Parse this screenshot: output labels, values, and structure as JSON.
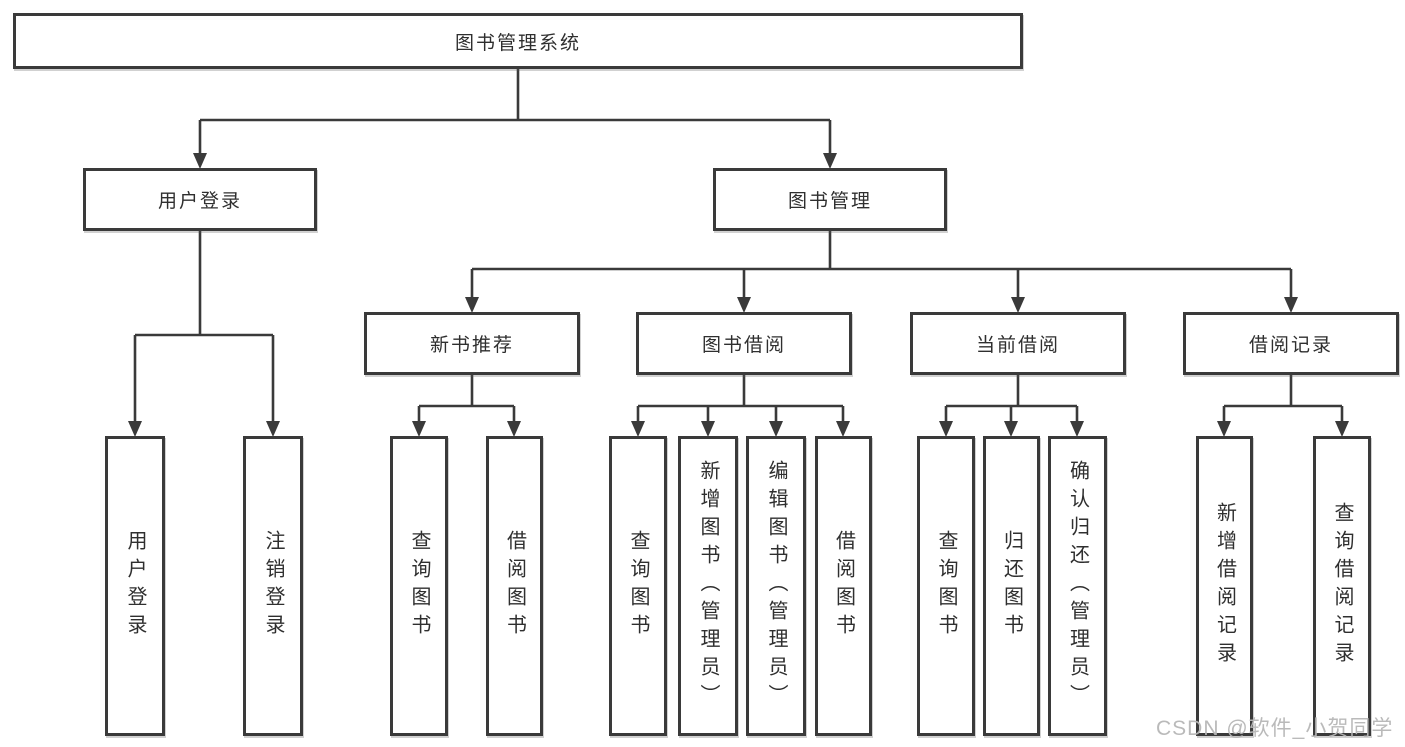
{
  "diagram": {
    "root": "图书管理系统",
    "level2": [
      "用户登录",
      "图书管理"
    ],
    "level3": [
      "新书推荐",
      "图书借阅",
      "当前借阅",
      "借阅记录"
    ],
    "leaves": [
      "用户登录",
      "注销登录",
      "查询图书",
      "借阅图书",
      "查询图书",
      "新增图书（管理员）",
      "编辑图书（管理员）",
      "借阅图书",
      "查询图书",
      "归还图书",
      "确认归还（管理员）",
      "新增借阅记录",
      "查询借阅记录"
    ]
  },
  "watermark": "CSDN @软件_小贺同学",
  "colors": {
    "line": "#3a3a3a",
    "box_border": "#3a3a3a",
    "text": "#2f2f2f",
    "background": "#ffffff",
    "watermark": "#b6b6b6"
  }
}
